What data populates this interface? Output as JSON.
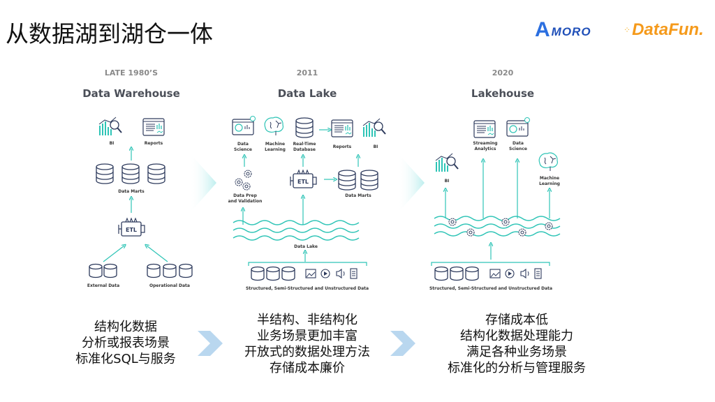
{
  "header": {
    "title": "从数据湖到湖仓一体",
    "logos": [
      {
        "name": "AMORO",
        "mark": "A",
        "text": "MORO",
        "color": "#2b6fe0"
      },
      {
        "name": "DataFun",
        "text": "DataFun.",
        "color": "#f59a1b"
      }
    ]
  },
  "colors": {
    "accent": "#2ec4b6",
    "icon_dark": "#2d3a5c",
    "chevron": "#b9d7ef",
    "panel_arrow": "#d6f4f4"
  },
  "stages": [
    {
      "era": "LATE 1980’S",
      "name": "Data Warehouse",
      "labels": {
        "bi": "BI",
        "reports": "Reports",
        "data_marts": "Data Marts",
        "etl": "ETL",
        "external": "External Data",
        "operational": "Operational Data"
      },
      "description": [
        "结构化数据",
        "分析或报表场景",
        "标准化SQL与服务"
      ]
    },
    {
      "era": "2011",
      "name": "Data Lake",
      "labels": {
        "data_science": [
          "Data",
          "Science"
        ],
        "ml": [
          "Machine",
          "Learning"
        ],
        "rtdb": [
          "Real-Time",
          "Database"
        ],
        "reports": "Reports",
        "bi": "BI",
        "prep": [
          "Data Prep",
          "and Validation"
        ],
        "etl": "ETL",
        "data_marts": "Data Marts",
        "lake": "Data Lake",
        "sources": "Structured, Semi-Structured and Unstructured Data"
      },
      "description": [
        "半结构、非结构化",
        "业务场景更加丰富",
        "开放式的数据处理方法",
        "存储成本廉价"
      ]
    },
    {
      "era": "2020",
      "name": "Lakehouse",
      "labels": {
        "streaming": [
          "Streaming",
          "Analytics"
        ],
        "data_science": [
          "Data",
          "Science"
        ],
        "bi": "BI",
        "ml": [
          "Machine",
          "Learning"
        ],
        "sources": "Structured, Semi-Structured and Unstructured Data"
      },
      "description": [
        "存储成本低",
        "结构化数据处理能力",
        "满足各种业务场景",
        "标准化的分析与管理服务"
      ]
    }
  ]
}
